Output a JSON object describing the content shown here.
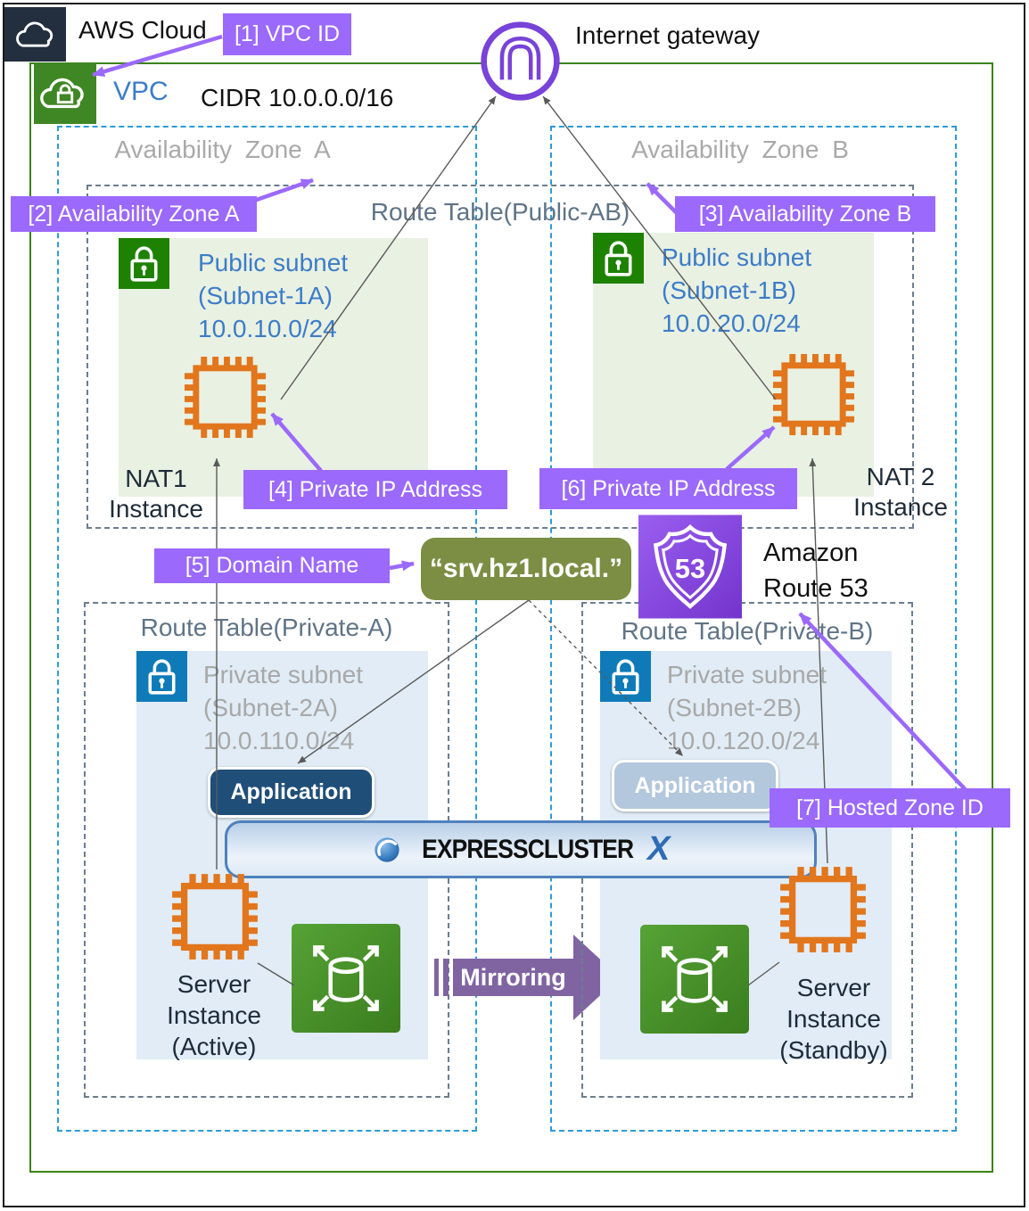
{
  "header": {
    "aws_cloud": "AWS Cloud",
    "internet_gateway": "Internet gateway",
    "vpc_label": "VPC",
    "vpc_cidr": "CIDR 10.0.0.0/16"
  },
  "annotations": {
    "vpc_id": "[1] VPC ID",
    "az_a": "[2] Availability Zone A",
    "az_b": "[3] Availability Zone B",
    "private_ip_a": "[4] Private IP Address",
    "domain_name": "[5] Domain Name",
    "private_ip_b": "[6] Private IP Address",
    "hosted_zone_id": "[7] Hosted Zone ID"
  },
  "zones": {
    "a": "Availability Zone A",
    "b": "Availability Zone B"
  },
  "route_tables": {
    "public": "Route Table(Public-AB)",
    "private_a": "Route Table(Private-A)",
    "private_b": "Route Table(Private-B)"
  },
  "subnets": {
    "public_a": {
      "title": "Public subnet",
      "name": "(Subnet-1A)",
      "cidr": "10.0.10.0/24"
    },
    "public_b": {
      "title": "Public subnet",
      "name": "(Subnet-1B)",
      "cidr": "10.0.20.0/24"
    },
    "private_a": {
      "title": "Private subnet",
      "name": "(Subnet-2A)",
      "cidr": "10.0.110.0/24"
    },
    "private_b": {
      "title": "Private subnet",
      "name": "(Subnet-2B)",
      "cidr": "10.0.120.0/24"
    }
  },
  "nat": {
    "nat1": {
      "line1": "NAT1",
      "line2": "Instance"
    },
    "nat2": {
      "line1": "NAT 2",
      "line2": "Instance"
    }
  },
  "dns": {
    "domain": "“srv.hz1.local.”",
    "route53_line1": "Amazon",
    "route53_line2": "Route 53",
    "route53_badge": "53"
  },
  "apps": {
    "a": "Application",
    "b": "Application"
  },
  "cluster": {
    "brand": "EXPRESSCLUSTER",
    "x": "X"
  },
  "servers": {
    "active": {
      "line1": "Server",
      "line2": "Instance",
      "line3": "(Active)"
    },
    "standby": {
      "line1": "Server",
      "line2": "Instance",
      "line3": "(Standby)"
    }
  },
  "mirroring": "Mirroring",
  "colors": {
    "annotation_purple": "#9b69fc",
    "aws_dark": "#232f3e",
    "vpc_icon_green": "#3f8624",
    "vpc_border_green": "#3a8313",
    "igw_purple": "#7843d8",
    "subnet_public_bg": "#e9f1e2",
    "subnet_private_bg": "#e1ecf6",
    "lock_green": "#1d8102",
    "lock_blue": "#0f7ab8",
    "chip_orange": "#e2761d",
    "domain_olive": "#7b8e43",
    "route53_purple": "#8148dd",
    "app_dark_blue": "#1f4e79",
    "app_light_blue": "#b3c7dd",
    "mirroring_purple": "#8064a2",
    "az_dash_blue": "#2e9bd6",
    "rt_dash_gray": "#6b7d8f",
    "subnet_label_blue": "#3c7cc8",
    "subnet_label_gray": "#a8a8a8",
    "rt_title_color": "#5f7486"
  }
}
